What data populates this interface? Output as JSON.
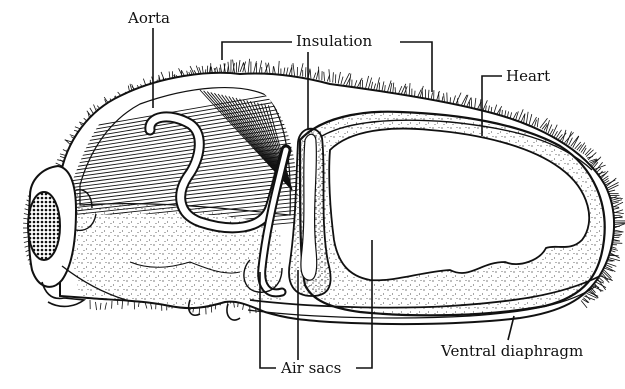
{
  "figure": {
    "labels": {
      "aorta": "Aorta",
      "insulation": "Insulation",
      "heart": "Heart",
      "air_sacs": "Air sacs",
      "ventral_diaphragm": "Ventral diaphragm"
    },
    "colors": {
      "ink": "#111111",
      "paper": "#ffffff",
      "stipple": "#222222"
    }
  }
}
